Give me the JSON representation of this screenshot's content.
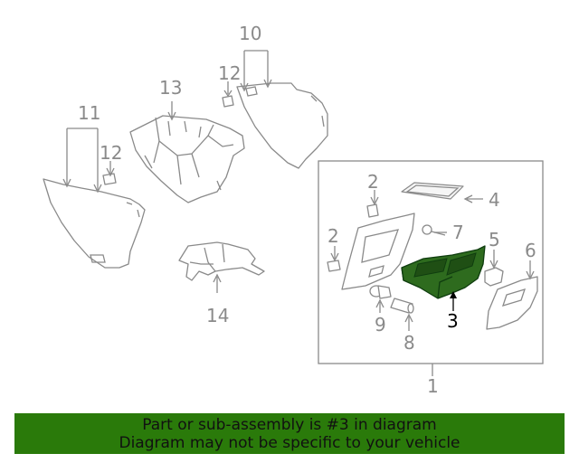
{
  "callouts": {
    "c1": "1",
    "c2a": "2",
    "c2b": "2",
    "c3": "3",
    "c4": "4",
    "c5": "5",
    "c6": "6",
    "c7": "7",
    "c8": "8",
    "c9": "9",
    "c10": "10",
    "c11": "11",
    "c12a": "12",
    "c12b": "12",
    "c13": "13",
    "c14": "14"
  },
  "highlighted_part": "3",
  "colors": {
    "highlight": "#2e6b1e",
    "banner": "#2a7a0a",
    "linework": "#8a8a8a"
  },
  "banner": {
    "line1": "Part or sub-assembly is #3 in diagram",
    "line2": "Diagram may not be specific to your vehicle"
  }
}
